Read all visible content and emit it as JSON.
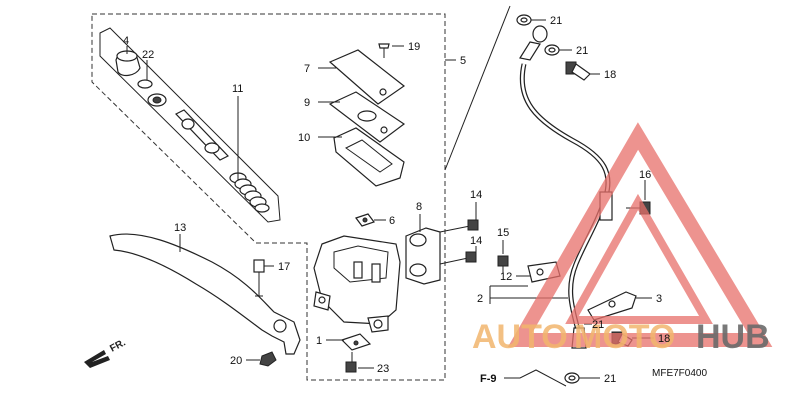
{
  "callouts": {
    "c1": "1",
    "c2": "2",
    "c3": "3",
    "c4": "4",
    "c5": "5",
    "c6": "6",
    "c7": "7",
    "c8": "8",
    "c9": "9",
    "c10": "10",
    "c11": "11",
    "c12": "12",
    "c13": "13",
    "c14a": "14",
    "c14b": "14",
    "c15": "15",
    "c16": "16",
    "c17": "17",
    "c18a": "18",
    "c18b": "18",
    "c19": "19",
    "c20": "20",
    "c21a": "21",
    "c21b": "21",
    "c21c": "21",
    "c21d": "21",
    "c22": "22",
    "c23": "23"
  },
  "labels": {
    "front": "FR.",
    "ref": "F-9",
    "diagram_code": "MFE7F0400"
  },
  "watermark": {
    "part1": "AUTO",
    "part2": "MOTO",
    "part3": "HUB"
  },
  "colors": {
    "ink": "#222222",
    "watermark_red": "#e8706a",
    "watermark_orange": "#f2b66e",
    "watermark_gray": "#6b6b6b"
  }
}
